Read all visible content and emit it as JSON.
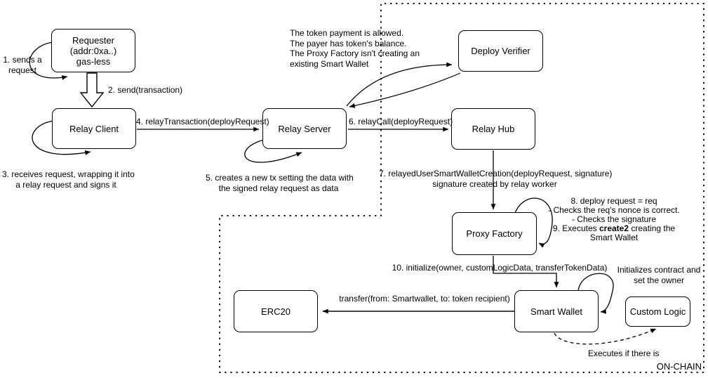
{
  "diagram": {
    "onchain_label": "ON-CHAIN",
    "colors": {
      "stroke": "#000000",
      "background": "#ffffff",
      "transfer_line": "#474747"
    },
    "nodes": {
      "requester": {
        "line1": "Requester",
        "line2": "(addr:0xa..)",
        "line3": "gas-less"
      },
      "relay_client": {
        "label": "Relay Client"
      },
      "relay_server": {
        "label": "Relay Server"
      },
      "deploy_verifier": {
        "label": "Deploy Verifier"
      },
      "relay_hub": {
        "label": "Relay Hub"
      },
      "proxy_factory": {
        "label": "Proxy Factory"
      },
      "smart_wallet": {
        "label": "Smart Wallet"
      },
      "custom_logic": {
        "label": "Custom Logic"
      },
      "erc20": {
        "label": "ERC20"
      }
    },
    "notes": {
      "n1": {
        "line1": "1. sends a",
        "line2": "request"
      },
      "n2": {
        "label": "2. send(transaction)"
      },
      "n3": {
        "line1": "3. receives request, wrapping it into",
        "line2": "a relay request and signs it"
      },
      "n4": {
        "label": "4. relayTransaction(deployRequest)"
      },
      "n5": {
        "line1": "5. creates a new tx setting the data with",
        "line2": "the signed relay request as data"
      },
      "n6": {
        "label": "6. relayCall(deployRequest)"
      },
      "n7": {
        "line1": "7. relayedUserSmartWalletCreation(deployRequest, signature)",
        "line2": "signature created by relay worker"
      },
      "verifier_checks": {
        "line1": "The token payment is allowed.",
        "line2": "The payer has token's balance.",
        "line3": "The Proxy Factory isn't creating an",
        "line4": "existing Smart Wallet"
      },
      "n89": {
        "line1": "8. deploy request = req",
        "line2": "- Checks the req's nonce is correct.",
        "line3": "- Checks the signature",
        "line4_pre": "9. Executes ",
        "line4_bold": "create2",
        "line4_post": " creating the",
        "line5": "Smart Wallet"
      },
      "n10": {
        "label": "10. initialize(owner, customLogicData, transferTokenData)"
      },
      "transfer": {
        "label": "transfer(from: Smartwallet, to: token recipient)"
      },
      "init_owner": {
        "line1": "Initializes contract and",
        "line2": "set the owner"
      },
      "executes": {
        "label": "Executes if there is"
      }
    }
  }
}
